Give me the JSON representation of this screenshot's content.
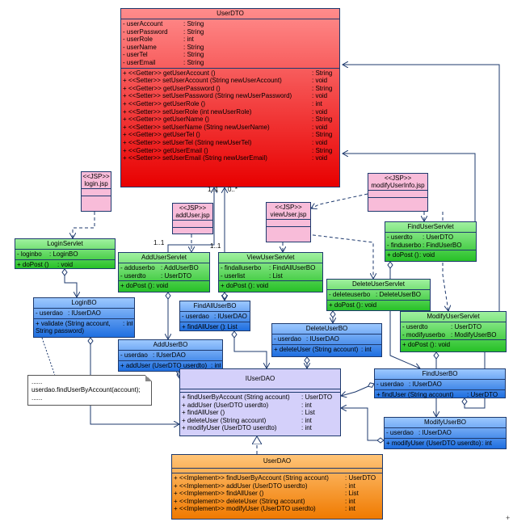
{
  "classes": {
    "userdto": {
      "name": "UserDTO",
      "attributes": [
        [
          "- userAccount",
          ": String"
        ],
        [
          "- userPassword",
          ": String"
        ],
        [
          "- userRole",
          ": int"
        ],
        [
          "- userName",
          ": String"
        ],
        [
          "- userTel",
          ": String"
        ],
        [
          "- userEmail",
          ": String"
        ]
      ],
      "methods": [
        [
          "+ <<Getter>> getUserAccount ()",
          ": String"
        ],
        [
          "+ <<Setter>> setUserAccount (String newUserAccount)",
          ": void"
        ],
        [
          "+ <<Getter>> getUserPassword ()",
          ": String"
        ],
        [
          "+ <<Setter>> setUserPassword (String newUserPassword)",
          ": void"
        ],
        [
          "+ <<Getter>> getUserRole ()",
          ": int"
        ],
        [
          "+ <<Setter>> setUserRole (int newUserRole)",
          ": void"
        ],
        [
          "+ <<Getter>> getUserName ()",
          ": String"
        ],
        [
          "+ <<Setter>> setUserName (String newUserName)",
          ": void"
        ],
        [
          "+ <<Getter>> getUserTel ()",
          ": String"
        ],
        [
          "+ <<Setter>> setUserTel (String newUserTel)",
          ": void"
        ],
        [
          "+ <<Getter>> getUserEmail ()",
          ": String"
        ],
        [
          "+ <<Setter>> setUserEmail (String newUserEmail)",
          ": void"
        ]
      ]
    },
    "loginservlet": {
      "name": "LoginServlet",
      "attributes": [
        [
          "- loginbo",
          ": LoginBO"
        ]
      ],
      "methods": [
        [
          "+ doPost ()",
          ": void"
        ]
      ]
    },
    "adduserservlet": {
      "name": "AddUserServlet",
      "attributes": [
        [
          "- adduserbo",
          ": AddUserBO"
        ],
        [
          "- userdto",
          ": UserDTO"
        ]
      ],
      "methods": [
        [
          "+ doPost ()",
          ": void"
        ]
      ]
    },
    "viewuserservlet": {
      "name": "ViewUserServlet",
      "attributes": [
        [
          "- findalluserbo",
          ": FindAllUserBO"
        ],
        [
          "- userlist",
          ": List"
        ]
      ],
      "methods": [
        [
          "+ doPost ()",
          ": void"
        ]
      ]
    },
    "finduserservlet": {
      "name": "FindUserServlet",
      "attributes": [
        [
          "- userdto",
          ": UserDTO"
        ],
        [
          "- finduserbo",
          ": FindUserBO"
        ]
      ],
      "methods": [
        [
          "+ doPost ()",
          ": void"
        ]
      ]
    },
    "deleteuserservlet": {
      "name": "DeleteUserServlet",
      "attributes": [
        [
          "- deleteuserbo",
          ": DeleteUserBO"
        ]
      ],
      "methods": [
        [
          "+ doPost ()",
          ": void"
        ]
      ]
    },
    "modifyuserservlet": {
      "name": "ModifyUserServlet",
      "attributes": [
        [
          "- userdto",
          ": UserDTO"
        ],
        [
          "- modifyuserbo",
          ": ModifyUserBO"
        ]
      ],
      "methods": [
        [
          "+ doPost ()",
          ": void"
        ]
      ]
    },
    "loginbo": {
      "name": "LoginBO",
      "attributes": [
        [
          "- userdao",
          ": IUserDAO"
        ]
      ],
      "methods": [
        [
          "+ validate (String account, ",
          ": int"
        ],
        [
          "  String password)",
          ""
        ]
      ]
    },
    "findalluserbo": {
      "name": "FindAllUserBO",
      "attributes": [
        [
          "- userdao",
          ": IUserDAO"
        ]
      ],
      "methods": [
        [
          "+ findAllUser ()",
          ": List"
        ]
      ]
    },
    "deleteuserbo": {
      "name": "DeleteUserBO",
      "attributes": [
        [
          "- userdao",
          ": IUserDAO"
        ]
      ],
      "methods": [
        [
          "+ deleteUser (String account)",
          ": int"
        ]
      ]
    },
    "adduserbo": {
      "name": "AddUserBO",
      "attributes": [
        [
          "- userdao",
          ": IUserDAO"
        ]
      ],
      "methods": [
        [
          "+ addUser (UserDTO userdto)",
          ": int"
        ]
      ]
    },
    "finduserbo": {
      "name": "FindUserBO",
      "attributes": [
        [
          "- userdao",
          ": IUserDAO"
        ]
      ],
      "methods": [
        [
          "+ findUser (String account)",
          ": UserDTO"
        ]
      ]
    },
    "modifyuserbo": {
      "name": "ModifyUserBO",
      "attributes": [
        [
          "- userdao",
          ": IUserDAO"
        ]
      ],
      "methods": [
        [
          "+ modifyUser (UserDTO userdto)",
          ": int"
        ]
      ]
    },
    "iuserdao": {
      "name": "IUserDAO",
      "attributes": [],
      "methods": [
        [
          "+ findUserByAccount (String account)",
          ": UserDTO"
        ],
        [
          "+ addUser (UserDTO userdto)",
          ": int"
        ],
        [
          "+ findAllUser ()",
          ": List"
        ],
        [
          "+ deleteUser (String account)",
          ": int"
        ],
        [
          "+ modifyUser (UserDTO userdto)",
          ": int"
        ]
      ]
    },
    "userdao": {
      "name": "UserDAO",
      "attributes": [],
      "methods": [
        [
          "+ <<Implement>> findUserByAccount (String account)",
          ": UserDTO"
        ],
        [
          "+ <<Implement>> addUser (UserDTO userdto)",
          ": int"
        ],
        [
          "+ <<Implement>> findAllUser ()",
          ": List"
        ],
        [
          "+ <<Implement>> deleteUser (String account)",
          ": int"
        ],
        [
          "+ <<Implement>> modifyUser (UserDTO userdto)",
          ": int"
        ]
      ]
    }
  },
  "jsps": {
    "login": {
      "stereotype": "<<JSP>>",
      "name": "login.jsp"
    },
    "adduser": {
      "stereotype": "<<JSP>>",
      "name": "addUser.jsp"
    },
    "viewuser": {
      "stereotype": "<<JSP>>",
      "name": "viewUser.jsp"
    },
    "modifyuserinfo": {
      "stereotype": "<<JSP>>",
      "name": "modifyUserInfo.jsp"
    }
  },
  "note": {
    "lines": [
      "......",
      "userdao.findUserByAccount(account);",
      "......"
    ]
  },
  "multiplicities": {
    "dto_left": "1..1",
    "dto_right": "0..*",
    "add_servlet": "1..1",
    "view_servlet": "1..1"
  },
  "plus_mark": "+"
}
